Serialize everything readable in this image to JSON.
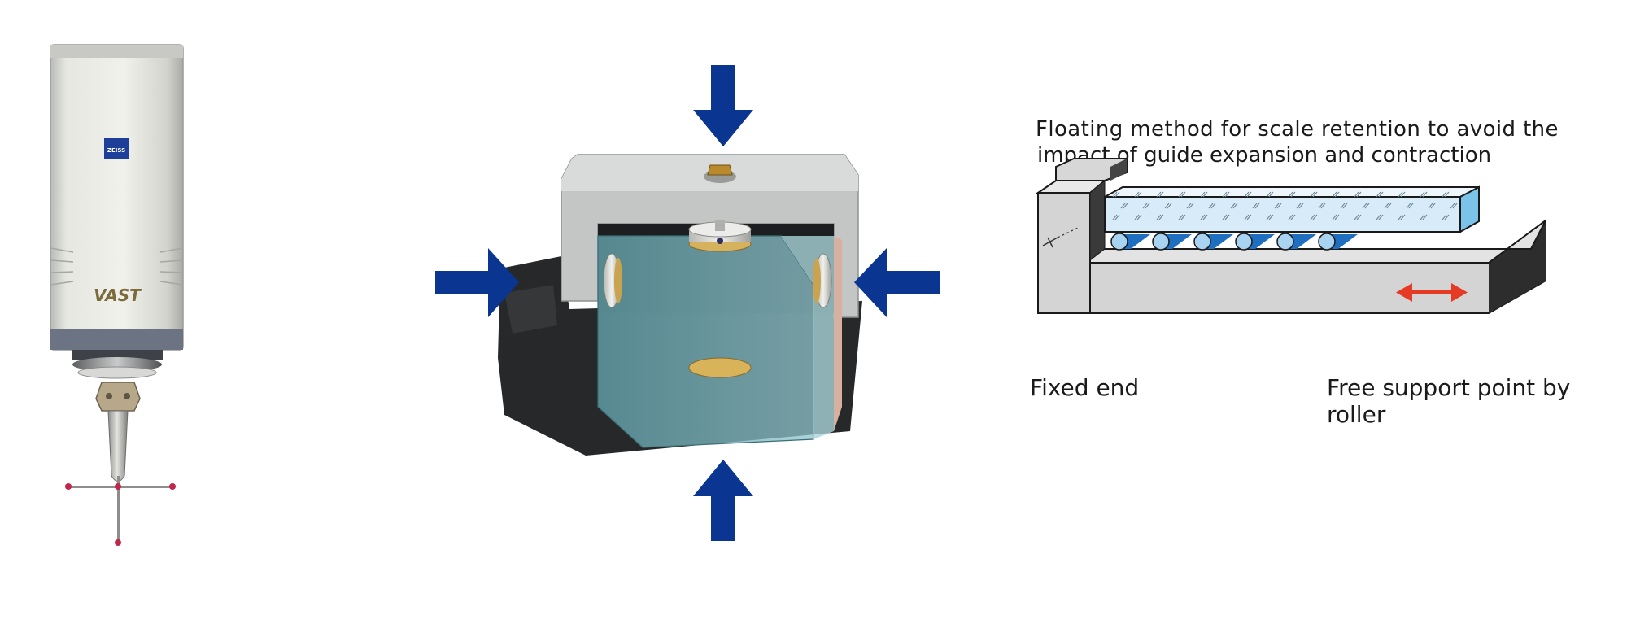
{
  "probe": {
    "brand_logo": "ZEISS",
    "model_label": "VAST"
  },
  "scale_diagram": {
    "title_line1": "Floating method for scale retention to avoid the",
    "title_line2": "impact of guide expansion and contraction",
    "fixed_end_label": "Fixed end",
    "free_support_label": "Free support point by roller"
  },
  "colors": {
    "arrow_blue": "#0a3590",
    "roller_blue": "#1f6fc0",
    "scale_glass": "#d7ecf8",
    "motion_arrow_red": "#e53b24",
    "base_gray": "#d4d4d4"
  }
}
